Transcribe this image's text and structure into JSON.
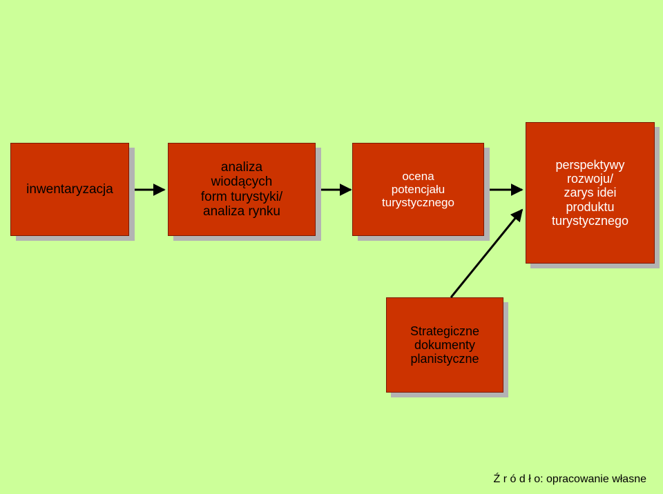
{
  "diagram": {
    "colors": {
      "background": "#ccff99",
      "box_fill": "#cc3300",
      "box_shadow": "#b3b3b3",
      "box_text_dark": "#000000",
      "box_text_light": "#ffffff",
      "arrow": "#000000"
    },
    "nodes": [
      {
        "id": "inwentaryzacja",
        "label": "inwentaryzacja"
      },
      {
        "id": "analiza",
        "label": "analiza\nwiodących\nform turystyki/\nanaliza rynku"
      },
      {
        "id": "ocena",
        "label": "ocena\npotencjału\nturystycznego"
      },
      {
        "id": "perspektywy",
        "label": "perspektywy\nrozwoju/\nzarys idei\nproduktu\nturystycznego"
      },
      {
        "id": "dokumenty",
        "label": "Strategiczne\ndokumenty\nplanistyczne"
      }
    ],
    "edges": [
      {
        "from": "inwentaryzacja",
        "to": "analiza"
      },
      {
        "from": "analiza",
        "to": "ocena"
      },
      {
        "from": "ocena",
        "to": "perspektywy"
      },
      {
        "from": "dokumenty",
        "to": "perspektywy"
      }
    ],
    "source_note": "Ź r ó d ł o: opracowanie własne"
  }
}
